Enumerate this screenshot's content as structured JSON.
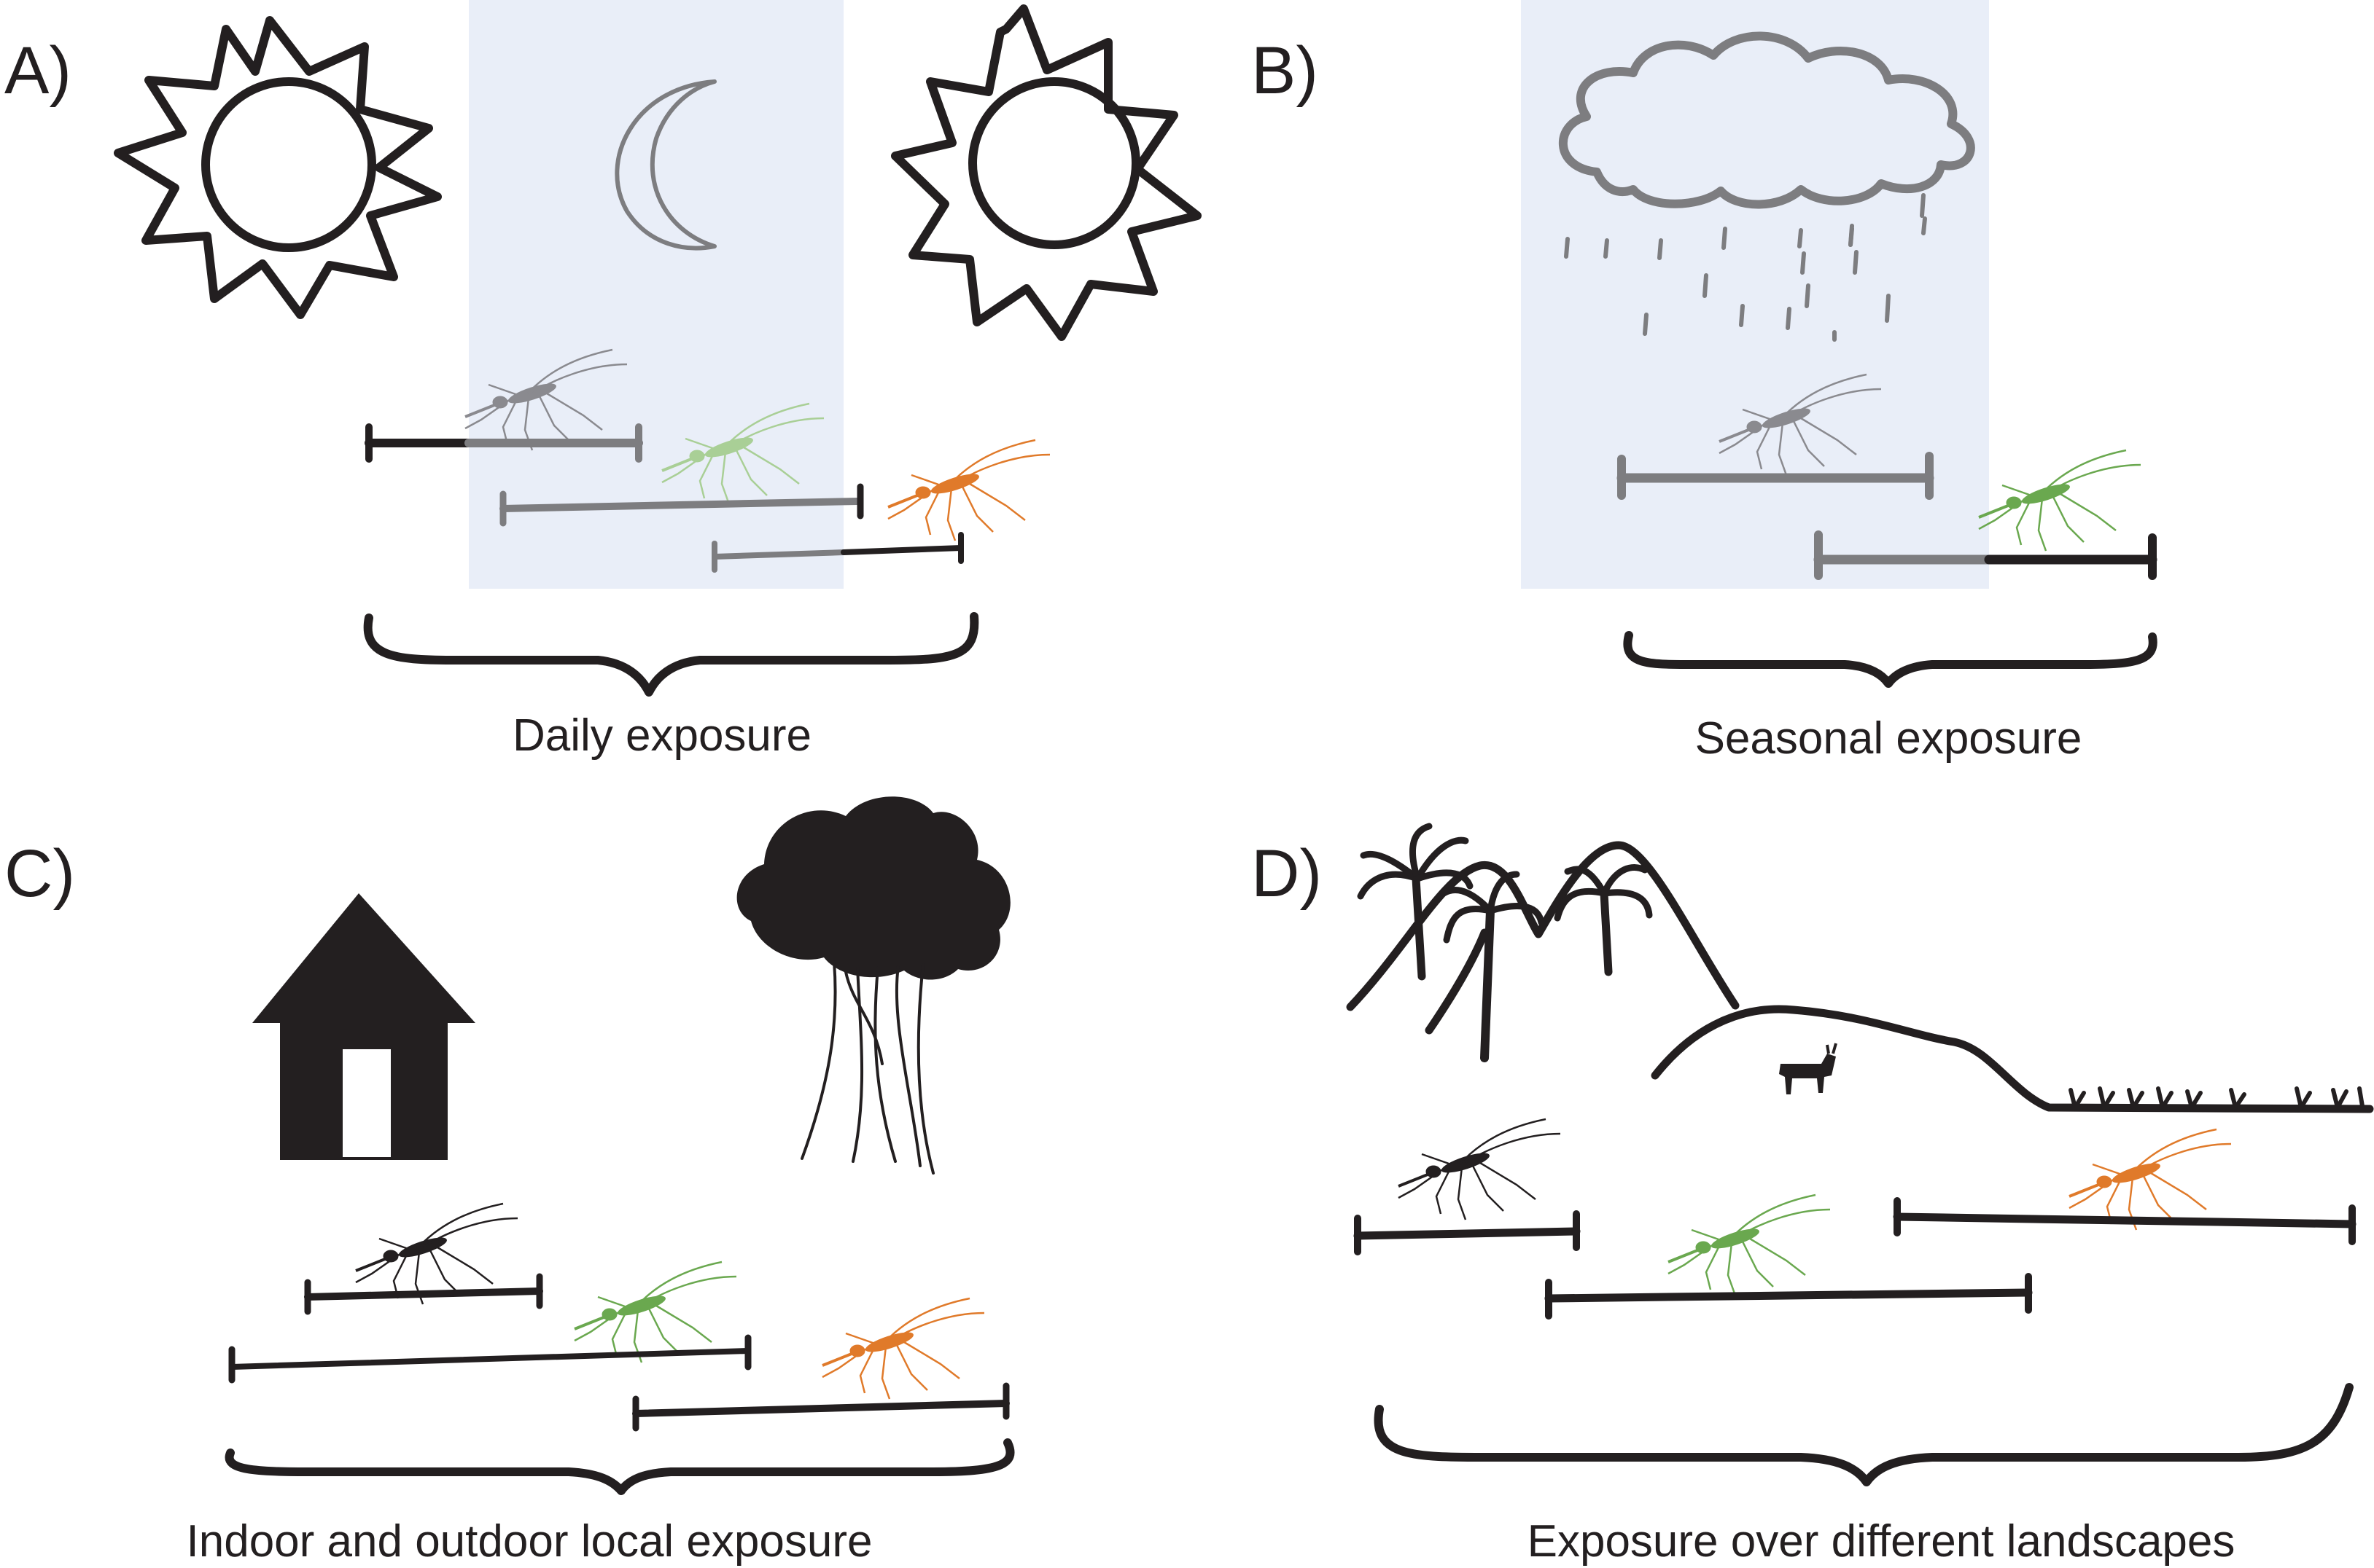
{
  "panels": {
    "a": {
      "letter": "A)",
      "caption": "Daily exposure"
    },
    "b": {
      "letter": "B)",
      "caption": "Seasonal exposure"
    },
    "c": {
      "letter": "C)",
      "caption": "Indoor and outdoor local exposure"
    },
    "d": {
      "letter": "D)",
      "caption": "Exposure over different landscapes"
    }
  },
  "colors": {
    "ink": "#231f20",
    "night_shade": "#e9eef8",
    "mosquito_gray": "#8a8a8f",
    "mosquito_green": "#6aa84f",
    "mosquito_light_green": "#a9cf96",
    "mosquito_orange": "#e07a2a"
  },
  "icons": [
    "sun-icon",
    "moon-icon",
    "rain-cloud-icon",
    "house-icon",
    "tree-icon",
    "palm-tree-icon",
    "hill-icon",
    "cow-icon",
    "mosquito-icon"
  ]
}
